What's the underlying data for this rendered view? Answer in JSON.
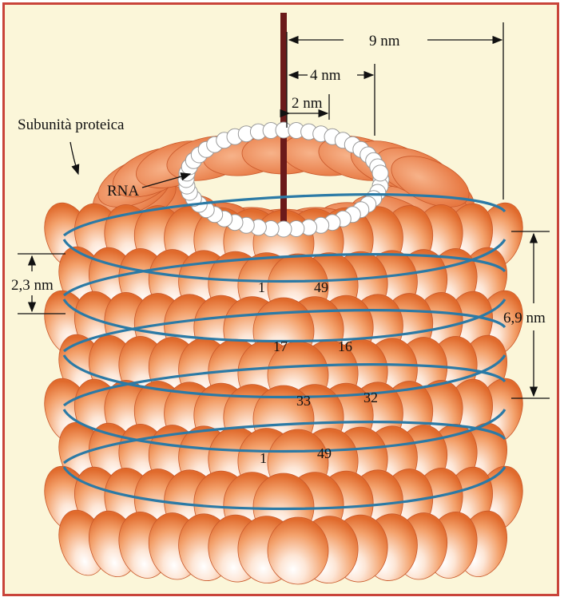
{
  "labels": {
    "subunit": "Subunità proteica",
    "rna": "RNA",
    "dim_9nm": "9 nm",
    "dim_4nm": "4 nm",
    "dim_2nm": "2 nm",
    "dim_2_3nm": "2,3 nm",
    "dim_6_9nm": "6,9 nm"
  },
  "subunit_numbers": {
    "turn1_left": "1",
    "turn1_right": "49",
    "turn2_left": "17",
    "turn2_right": "16",
    "turn3_left": "33",
    "turn3_right": "32",
    "turn4_left": "1",
    "turn4_right": "49"
  },
  "colors": {
    "border": "#c9443a",
    "background": "#fbf6d9",
    "subunit": "#f08a4b",
    "subunit_light": "#fde6d6",
    "subunit_dark": "#d9622a",
    "helix": "#2b7aa6",
    "rod": "#6b1a1a",
    "rna_bead": "#ffffff"
  }
}
